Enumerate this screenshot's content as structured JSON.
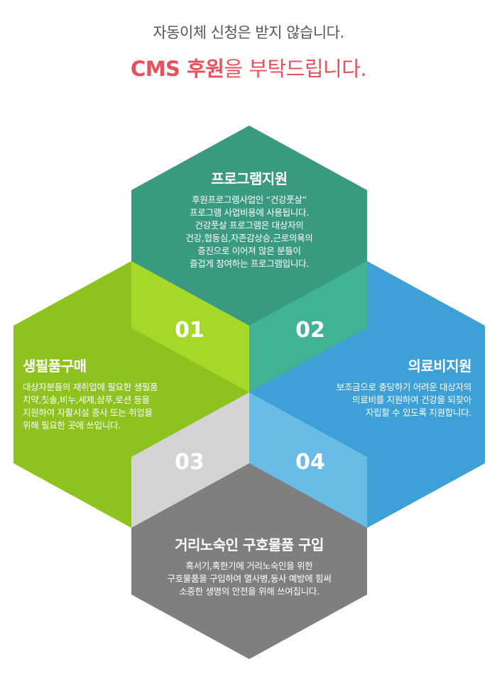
{
  "header": {
    "line1": "자동이체 신청은 받지 않습니다.",
    "line2_highlight": "CMS 후원",
    "line2_rest": "을 부탁드립니다."
  },
  "sections": [
    {
      "key": "program",
      "title": "프로그램지원",
      "desc": [
        "후원프로그램사업인 “건강풋살”",
        "프로그램 사업비용에 사용됩니다.",
        "건강풋살 프로그램은 대상자의",
        "건강,협동심,자존감상승,근로의욕의",
        "증진으로 이어져 많은 분들이",
        "즐겁게 참여하는 프로그램입니다."
      ]
    },
    {
      "key": "goods",
      "title": "생필품구매",
      "desc": [
        "대상자분들의 재취업에 필요한 생필품",
        "치약,칫솔,비누,세제,샴푸,로션 등을",
        "지원하여 자활시설 종사 또는 취업을",
        "위해 필요한 곳에 쓰입니다."
      ]
    },
    {
      "key": "medical",
      "title": "의료비지원",
      "desc": [
        "보조금으로 충당하기 어려운 대상자의",
        "의료비를 지원하여 건강을 되찾아",
        "자립할 수 있도록 지원합니다."
      ]
    },
    {
      "key": "homeless",
      "title": "거리노숙인 구호물품 구입",
      "desc": [
        "혹서기,혹한기에 거리노숙인을 위한",
        "구호물품을 구입하여 열사병,동사 예방에 힘써",
        "소중한 생명의 안전을 위해 쓰여집니다."
      ]
    }
  ],
  "numbers": [
    "01",
    "02",
    "03",
    "04"
  ],
  "colors": {
    "program": "#3a9a80",
    "goods": "#8dc21f",
    "medical": "#3da0d6",
    "homeless": "#7f7f7f",
    "overlap01": "#a6d82a",
    "overlap02": "#3fb394",
    "overlap03": "#d4d4d4",
    "overlap04": "#69bce6",
    "highlight": "#e8505b"
  }
}
